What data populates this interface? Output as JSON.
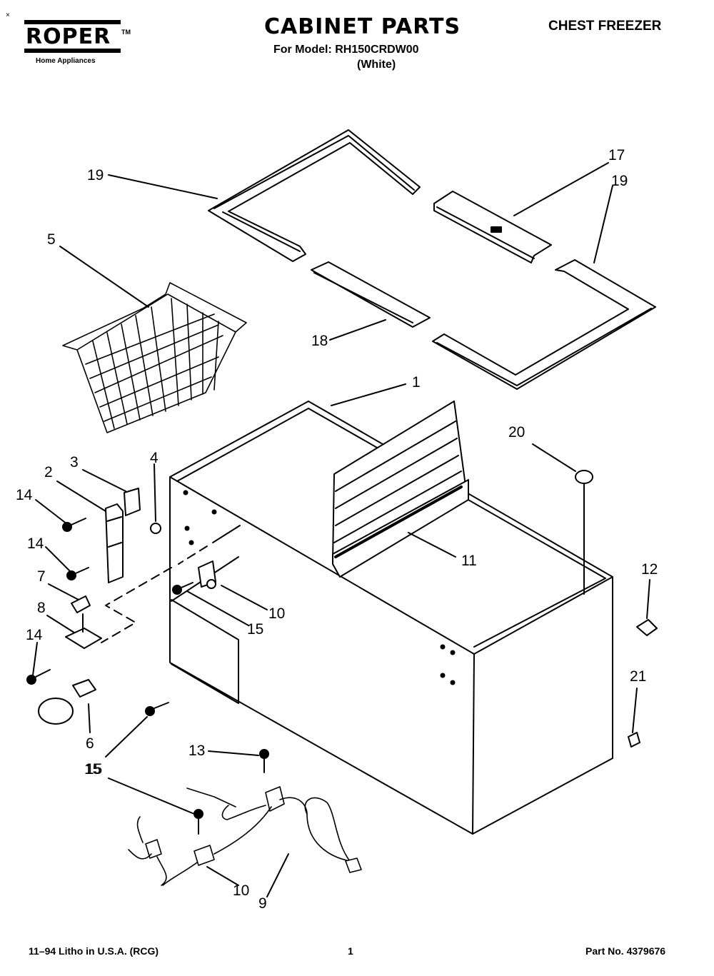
{
  "header": {
    "brand": "ROPER",
    "brand_tm": "TM",
    "tagline": "Home Appliances",
    "title": "CABINET PARTS",
    "subtitle": "For Model: RH150CRDW00",
    "variant": "(White)",
    "product": "CHEST FREEZER"
  },
  "footer": {
    "left": "11–94 Litho in U.S.A. (RCG)",
    "page": "1",
    "part_no": "Part No. 4379676"
  },
  "callouts": [
    "1",
    "2",
    "3",
    "4",
    "5",
    "6",
    "7",
    "8",
    "9",
    "10",
    "10",
    "11",
    "12",
    "13",
    "14",
    "14",
    "14",
    "15",
    "15",
    "15",
    "17",
    "18",
    "19",
    "19",
    "20",
    "21"
  ]
}
